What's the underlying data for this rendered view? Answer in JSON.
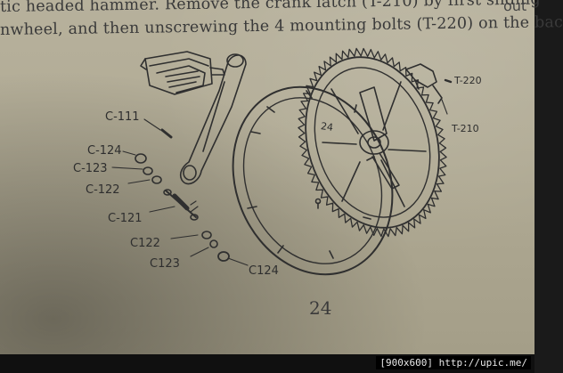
{
  "page": {
    "line1": "tic headed hammer. Remove the crank latch (T-210) by first sliding",
    "line1_cutoff_right": "out",
    "line2": "nwheel, and then unscrewing the 4 mounting bolts (T-220) on the bac",
    "page_number": "24"
  },
  "labels": {
    "c111": "C-111",
    "c124a": "C-124",
    "c123a": "C-123",
    "c122a": "C-122",
    "c121": "C-121",
    "c122b": "C122",
    "c123b": "C123",
    "c124b": "C124",
    "t220": "T-220",
    "t210": "T-210",
    "chainring_number": "24"
  },
  "watermark": "[900x600] http://upic.me/"
}
